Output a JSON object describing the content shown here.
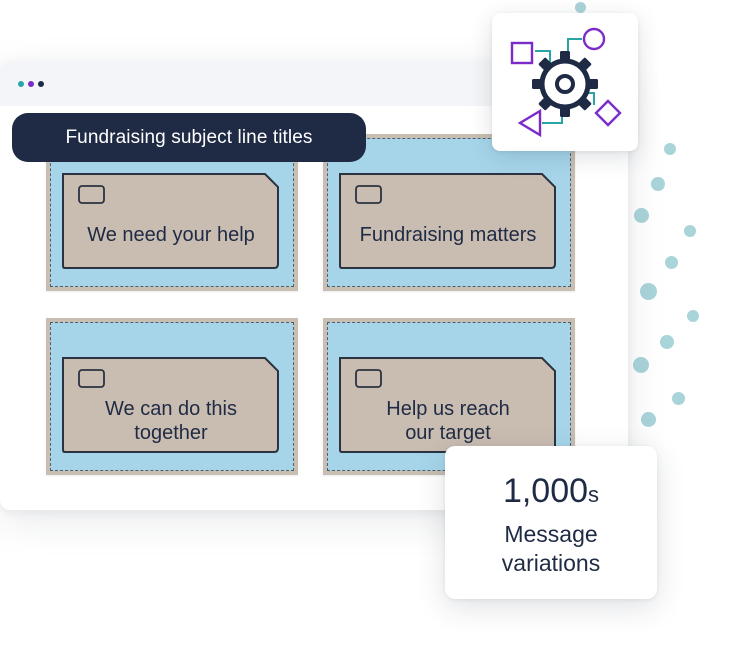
{
  "window": {
    "dots": [
      "teal",
      "purple",
      "navy"
    ]
  },
  "header": {
    "title": "Fundraising subject line titles"
  },
  "cards": [
    {
      "label_lines": [
        "We need your help"
      ]
    },
    {
      "label_lines": [
        "Fundraising matters"
      ]
    },
    {
      "label_lines": [
        "We can do this",
        "together"
      ]
    },
    {
      "label_lines": [
        "Help us reach",
        "our target"
      ]
    }
  ],
  "stat": {
    "number": "1,000",
    "suffix": "s",
    "label_lines": [
      "Message",
      "variations"
    ]
  },
  "icons": {
    "workflow": "workflow-gear-icon",
    "tag": "tag-icon"
  },
  "colors": {
    "navy": "#1f2a44",
    "teal": "#2aa5a6",
    "purple": "#7b2cc8",
    "card_blue": "#a6d5ea",
    "card_tan": "#c8beb2",
    "tag_fill": "#c9bcb1",
    "bubble": "#a9d4d9"
  }
}
